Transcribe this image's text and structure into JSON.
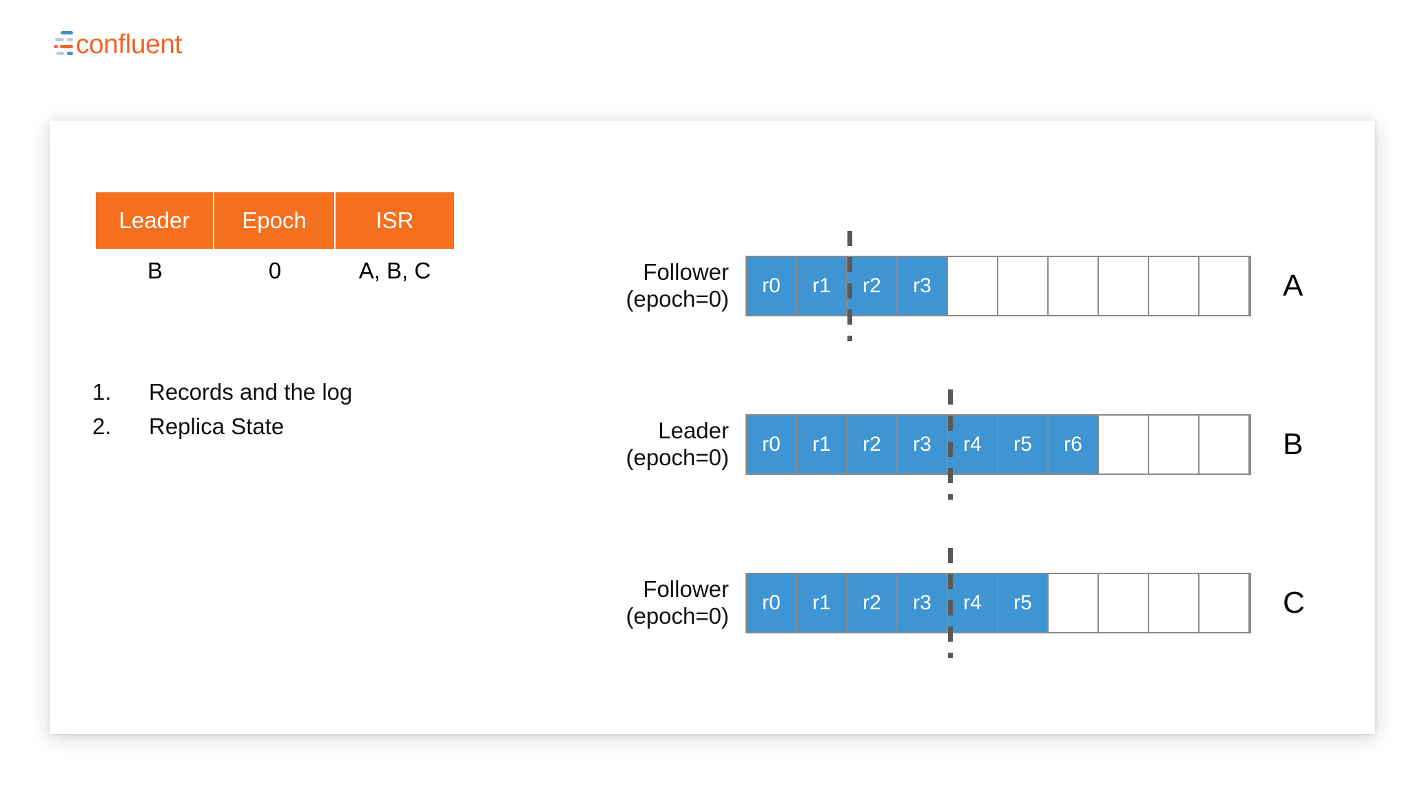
{
  "brand": {
    "name": "confluent",
    "orange": "#F0652A",
    "blue": "#4A8FC4"
  },
  "state_table": {
    "headers": [
      "Leader",
      "Epoch",
      "ISR"
    ],
    "values": [
      "B",
      "0",
      "A, B, C"
    ],
    "header_bg": "#F4701F",
    "header_color": "#FFFFFF"
  },
  "agenda": {
    "items": [
      {
        "num": "1.",
        "text": "Records and the log"
      },
      {
        "num": "2.",
        "text": "Replica State"
      }
    ]
  },
  "logs": {
    "cell_fill_color": "#3F95D2",
    "marker_color": "#595959",
    "total_cells": 10,
    "rows": [
      {
        "role": "Follower",
        "epoch_label": "(epoch=0)",
        "replica": "A",
        "records": [
          "r0",
          "r1",
          "r2",
          "r3"
        ],
        "empty_count": 6,
        "high_watermark_index": 2
      },
      {
        "role": "Leader",
        "epoch_label": "(epoch=0)",
        "replica": "B",
        "records": [
          "r0",
          "r1",
          "r2",
          "r3",
          "r4",
          "r5",
          "r6"
        ],
        "empty_count": 3,
        "high_watermark_index": 4
      },
      {
        "role": "Follower",
        "epoch_label": "(epoch=0)",
        "replica": "C",
        "records": [
          "r0",
          "r1",
          "r2",
          "r3",
          "r4",
          "r5"
        ],
        "empty_count": 4,
        "high_watermark_index": 4
      }
    ]
  }
}
